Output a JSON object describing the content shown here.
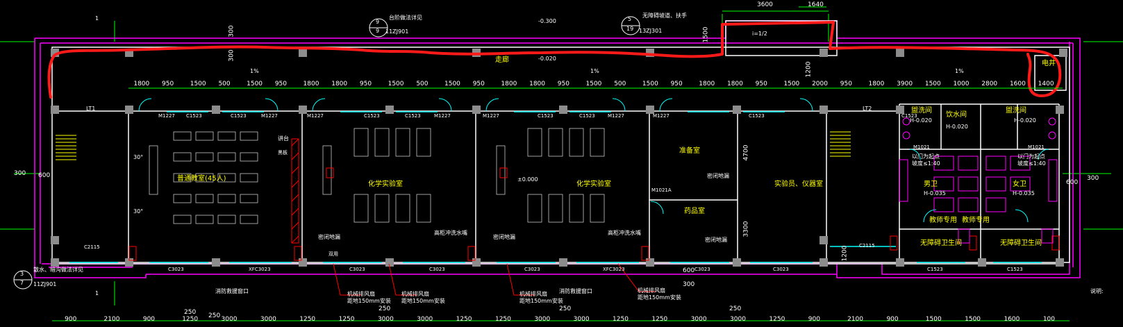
{
  "colors": {
    "background": "#000000",
    "wall": "#ffffff",
    "dimension": "#00ff00",
    "outline": "#ff00ff",
    "window": "#00ffff",
    "annotation_red": "#ff0000",
    "room_label": "#ffff00",
    "column": "#808080",
    "stair": "#ffff00",
    "markup_red": "#ff1a1a"
  },
  "dimensions": {
    "top_upper": [
      "3600",
      "1640"
    ],
    "top_main": [
      "1800",
      "950",
      "1500",
      "500",
      "1500",
      "950",
      "1800",
      "1800",
      "950",
      "1500",
      "500",
      "1500",
      "950",
      "1800",
      "1800",
      "950",
      "1500",
      "500",
      "1500",
      "950",
      "1800",
      "1800",
      "950",
      "1500",
      "2000",
      "950",
      "1800",
      "3900",
      "1500",
      "1000",
      "2800",
      "1600",
      "1400"
    ],
    "bottom": [
      "900",
      "2100",
      "900",
      "1250",
      "3000",
      "3000",
      "1250",
      "1250",
      "3000",
      "3000",
      "1250",
      "1250",
      "3000",
      "3000",
      "1250",
      "1250",
      "3000",
      "3000",
      "1250",
      "900",
      "2100",
      "900",
      "1500",
      "1500",
      "1600",
      "100"
    ],
    "vertical": [
      "300",
      "600",
      "300",
      "600",
      "4700",
      "3300",
      "1200",
      "300",
      "600",
      "1200",
      "1500",
      "300",
      "300"
    ],
    "bottom_small": [
      "250",
      "250",
      "250",
      "250",
      "250"
    ]
  },
  "levels": [
    "-0.300",
    "-0.020",
    "±0.000",
    "H-0.020",
    "H-0.020",
    "H-0.020",
    "H-0.035",
    "H-0.035"
  ],
  "grid_markers": [
    "1",
    "1"
  ],
  "rooms": [
    {
      "id": "classroom",
      "label": "普通教室(45人)"
    },
    {
      "id": "chem-lab-1",
      "label": "化学实验室"
    },
    {
      "id": "chem-lab-2",
      "label": "化学实验室"
    },
    {
      "id": "prep-room",
      "label": "准备室"
    },
    {
      "id": "drug-room",
      "label": "药品室"
    },
    {
      "id": "instrument-room",
      "label": "实验员、仪器室"
    },
    {
      "id": "corridor",
      "label": "走廊"
    },
    {
      "id": "elec-shaft",
      "label": "电井"
    },
    {
      "id": "wash-1",
      "label": "盥洗间"
    },
    {
      "id": "water-room",
      "label": "饮水间"
    },
    {
      "id": "wash-2",
      "label": "盥洗间"
    },
    {
      "id": "mens-wc",
      "label": "男卫"
    },
    {
      "id": "womens-wc",
      "label": "女卫"
    },
    {
      "id": "staff-wc-1",
      "label": "教师专用"
    },
    {
      "id": "staff-wc-2",
      "label": "教师专用"
    },
    {
      "id": "access-wc-1",
      "label": "无障碍卫生间"
    },
    {
      "id": "access-wc-2",
      "label": "无障碍卫生间"
    }
  ],
  "labels": {
    "stair_1": "LT1",
    "stair_2": "LT2",
    "door_codes": [
      "M1227",
      "M1227",
      "M1227",
      "M1227",
      "M1227",
      "M1227",
      "M1227",
      "M1021",
      "M1021A",
      "M1021"
    ],
    "window_codes_top": [
      "C1523",
      "C1523",
      "C1523",
      "C1523",
      "C1523",
      "C1523",
      "C1523",
      "C1523"
    ],
    "window_codes_bottom": [
      "C2115",
      "C3023",
      "XFC3023",
      "C3023",
      "C3023",
      "C3023",
      "XFC3023",
      "C3023",
      "C3023",
      "C2115",
      "C1523",
      "C1523"
    ],
    "refs": {
      "ref1_num": "9",
      "ref1_den": "9",
      "ref1_text": "台阶做法详见",
      "ref1_code": "11ZJ901",
      "ref2_num": "5",
      "ref2_den": "19",
      "ref2_text": "无障碍坡道、扶手",
      "ref2_code": "13ZJ301",
      "ref3_num": "3",
      "ref3_den": "7",
      "ref3_text": "散水、暗沟做法详见",
      "ref3_code": "11ZJ901"
    },
    "annotations": {
      "smoke_1": "消防救援窗口",
      "smoke_2": "消防救援窗口",
      "floor_drain_1": "密闭地漏",
      "floor_drain_2": "密闭地漏",
      "floor_drain_3": "密闭地漏",
      "floor_drain_4": "密闭地漏",
      "sink_1": "高柜冲洗水嘴",
      "sink_2": "高柜冲洗水嘴",
      "exhaust_1": "机械排风扇",
      "exhaust_1b": "距地150mm安装",
      "exhaust_2": "机械排风扇",
      "exhaust_2b": "距地150mm安装",
      "exhaust_3": "机械排风扇",
      "exhaust_3b": "距地150mm安装",
      "exhaust_4": "机械排风扇",
      "exhaust_4b": "距地150mm安装",
      "closet_note": "双用",
      "ramp_slope": "i=1/2",
      "slope_1": "1%",
      "slope_2": "1%",
      "slope_3": "1%",
      "angle_1": "30°",
      "angle_2": "30°",
      "wc_note_1": "坡度≤1:40",
      "wc_note_2": "坡度≤1:40",
      "wc_note_top_1": "以门为起点",
      "wc_note_top_2": "以门为起点",
      "podium": "讲台",
      "chalk": "黑板",
      "legend_title": "说明:"
    }
  }
}
